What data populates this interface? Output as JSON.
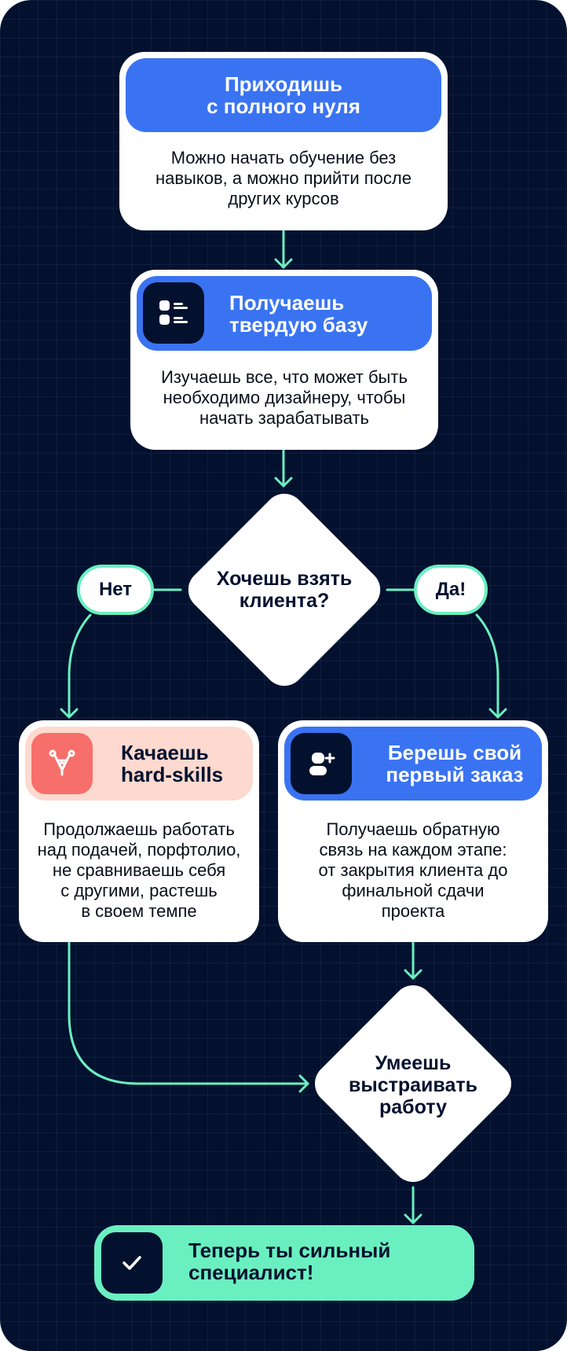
{
  "colors": {
    "background": "#03112f",
    "accent_blue": "#3a73f2",
    "accent_green": "#6af0c0",
    "accent_pink": "#fdd9cf",
    "accent_red": "#f76f6a",
    "card": "#ffffff"
  },
  "step1": {
    "title": "Приходишь\nс полного нуля",
    "body": "Можно начать обучение без\nнавыков, а можно прийти после\nдругих курсов"
  },
  "step2": {
    "icon": "list-icon",
    "title": "Получаешь\nтвердую базу",
    "body": "Изучаешь все, что может быть\nнеобходимо дизайнеру, чтобы\nначать зарабатывать"
  },
  "decision1": {
    "question": "Хочешь взять\nклиента?",
    "no_label": "Нет",
    "yes_label": "Да!"
  },
  "branch_no": {
    "icon": "pen-tool-icon",
    "title": "Качаешь\nhard-skills",
    "body": "Продолжаешь работать\nнад подачей, порфтолио,\nне сравниваешь себя\nс другими, растешь\nв своем темпе"
  },
  "branch_yes": {
    "icon": "add-user-icon",
    "title": "Берешь свой\nпервый заказ",
    "body": "Получаешь обратную\nсвязь на каждом этапе:\nот закрытия клиента до\nфинальной сдачи\nпроекта"
  },
  "decision2": {
    "text": "Умеешь\nвыстраивать\nработу"
  },
  "final": {
    "icon": "checkmark-icon",
    "text": "Теперь ты сильный\nспециалист!"
  }
}
